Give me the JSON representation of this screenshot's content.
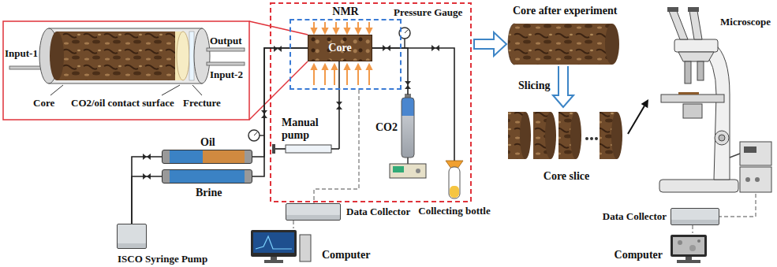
{
  "diagram": {
    "nodes": [
      {
        "text": [
          "NMR"
        ]
      },
      {
        "text": [
          "Core"
        ],
        "in": 0
      },
      {
        "text": [
          "Pressure Gauge"
        ]
      },
      {
        "text": [
          "CO2"
        ]
      },
      {
        "text": [
          "Manual pump"
        ]
      },
      {
        "text": [
          "Collecting bottle"
        ]
      },
      {
        "text": [
          "Oil"
        ]
      },
      {
        "text": [
          "Brine"
        ]
      },
      {
        "text": [
          "ISCO Syringe Pump"
        ]
      },
      {
        "text": [
          "Data Collector"
        ]
      },
      {
        "text": [
          "Computer"
        ]
      },
      {
        "text": [
          "Core after experiment"
        ]
      },
      {
        "text": [
          "Core slice"
        ]
      },
      {
        "text": [
          "Microscope"
        ]
      },
      {
        "text": [
          "Data Collector"
        ]
      },
      {
        "text": [
          "Computer"
        ]
      }
    ],
    "edges": [
      {
        "from": 6,
        "to": 1,
        "arrow": "none"
      },
      {
        "from": 7,
        "to": 1,
        "arrow": "none"
      },
      {
        "from": 8,
        "to": 6,
        "arrow": "none"
      },
      {
        "from": 8,
        "to": 7,
        "arrow": "none"
      },
      {
        "from": 3,
        "to": 1,
        "arrow": "none"
      },
      {
        "from": 4,
        "to": 1,
        "arrow": "none"
      },
      {
        "from": 1,
        "to": 5,
        "arrow": "none"
      },
      {
        "from": 0,
        "to": 9,
        "arrow": "none"
      },
      {
        "from": 9,
        "to": 10,
        "arrow": "none"
      },
      {
        "from": 11,
        "to": 12,
        "label": "Slicing",
        "arrow": "to"
      },
      {
        "from": 12,
        "to": 13,
        "arrow": "to"
      },
      {
        "from": 13,
        "to": 14,
        "arrow": "none"
      },
      {
        "from": 14,
        "to": 15,
        "arrow": "none"
      }
    ],
    "labels": [
      "Input-1",
      "Output",
      "Input-2",
      "Core",
      "CO2/oil contact surface",
      "Frecture"
    ]
  }
}
